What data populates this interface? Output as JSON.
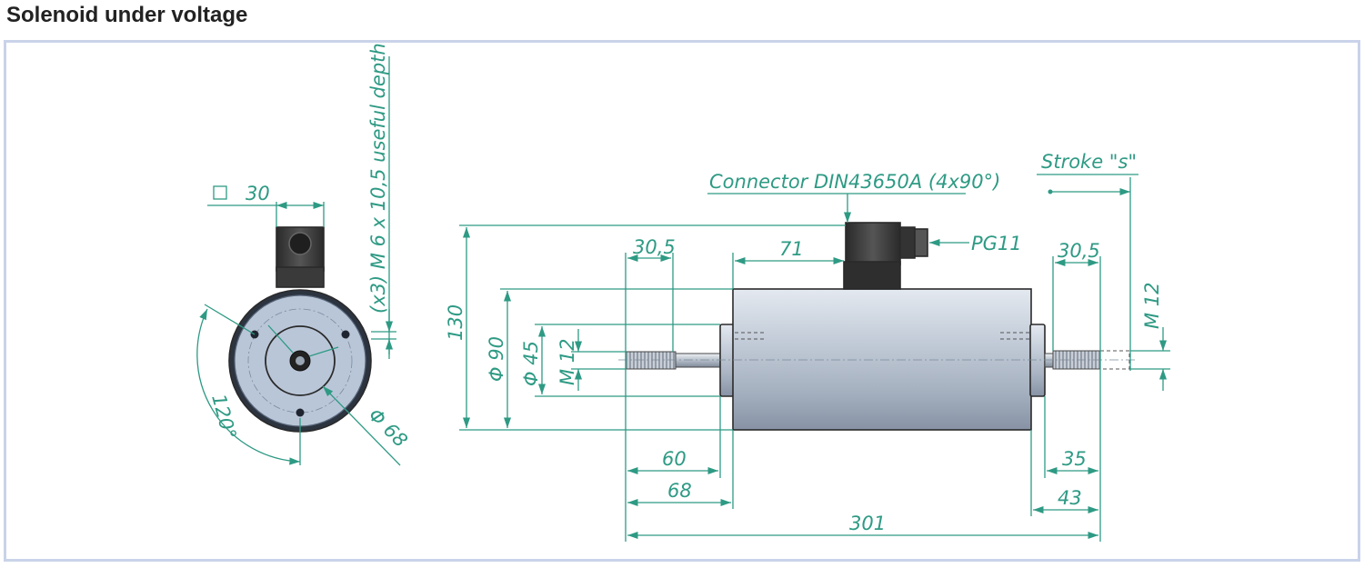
{
  "page": {
    "title": "Solenoid under voltage"
  },
  "drawing": {
    "end_view": {
      "square_label": "30",
      "thread_note": "(x3) M 6  x 10,5 useful depth",
      "angle_label": "120°",
      "diameter_label": "Φ 68"
    },
    "side_view": {
      "connector_label": "Connector DIN43650A (4x90°)",
      "pg_label": "PG11",
      "stroke_label": "Stroke \"s\"",
      "dim_30_5_left": "30,5",
      "dim_71": "71",
      "dim_30_5_right": "30,5",
      "dim_130": "130",
      "dim_phi90": "Φ 90",
      "dim_phi45": "Φ 45",
      "dim_m12_left": "M 12",
      "dim_m12_right": "M 12",
      "dim_60": "60",
      "dim_68": "68",
      "dim_35": "35",
      "dim_43": "43",
      "dim_301": "301"
    }
  },
  "colors": {
    "dimension": "#2e9a84",
    "frame_border": "#c9d3e9",
    "body_metal": "#b9c3d0"
  }
}
